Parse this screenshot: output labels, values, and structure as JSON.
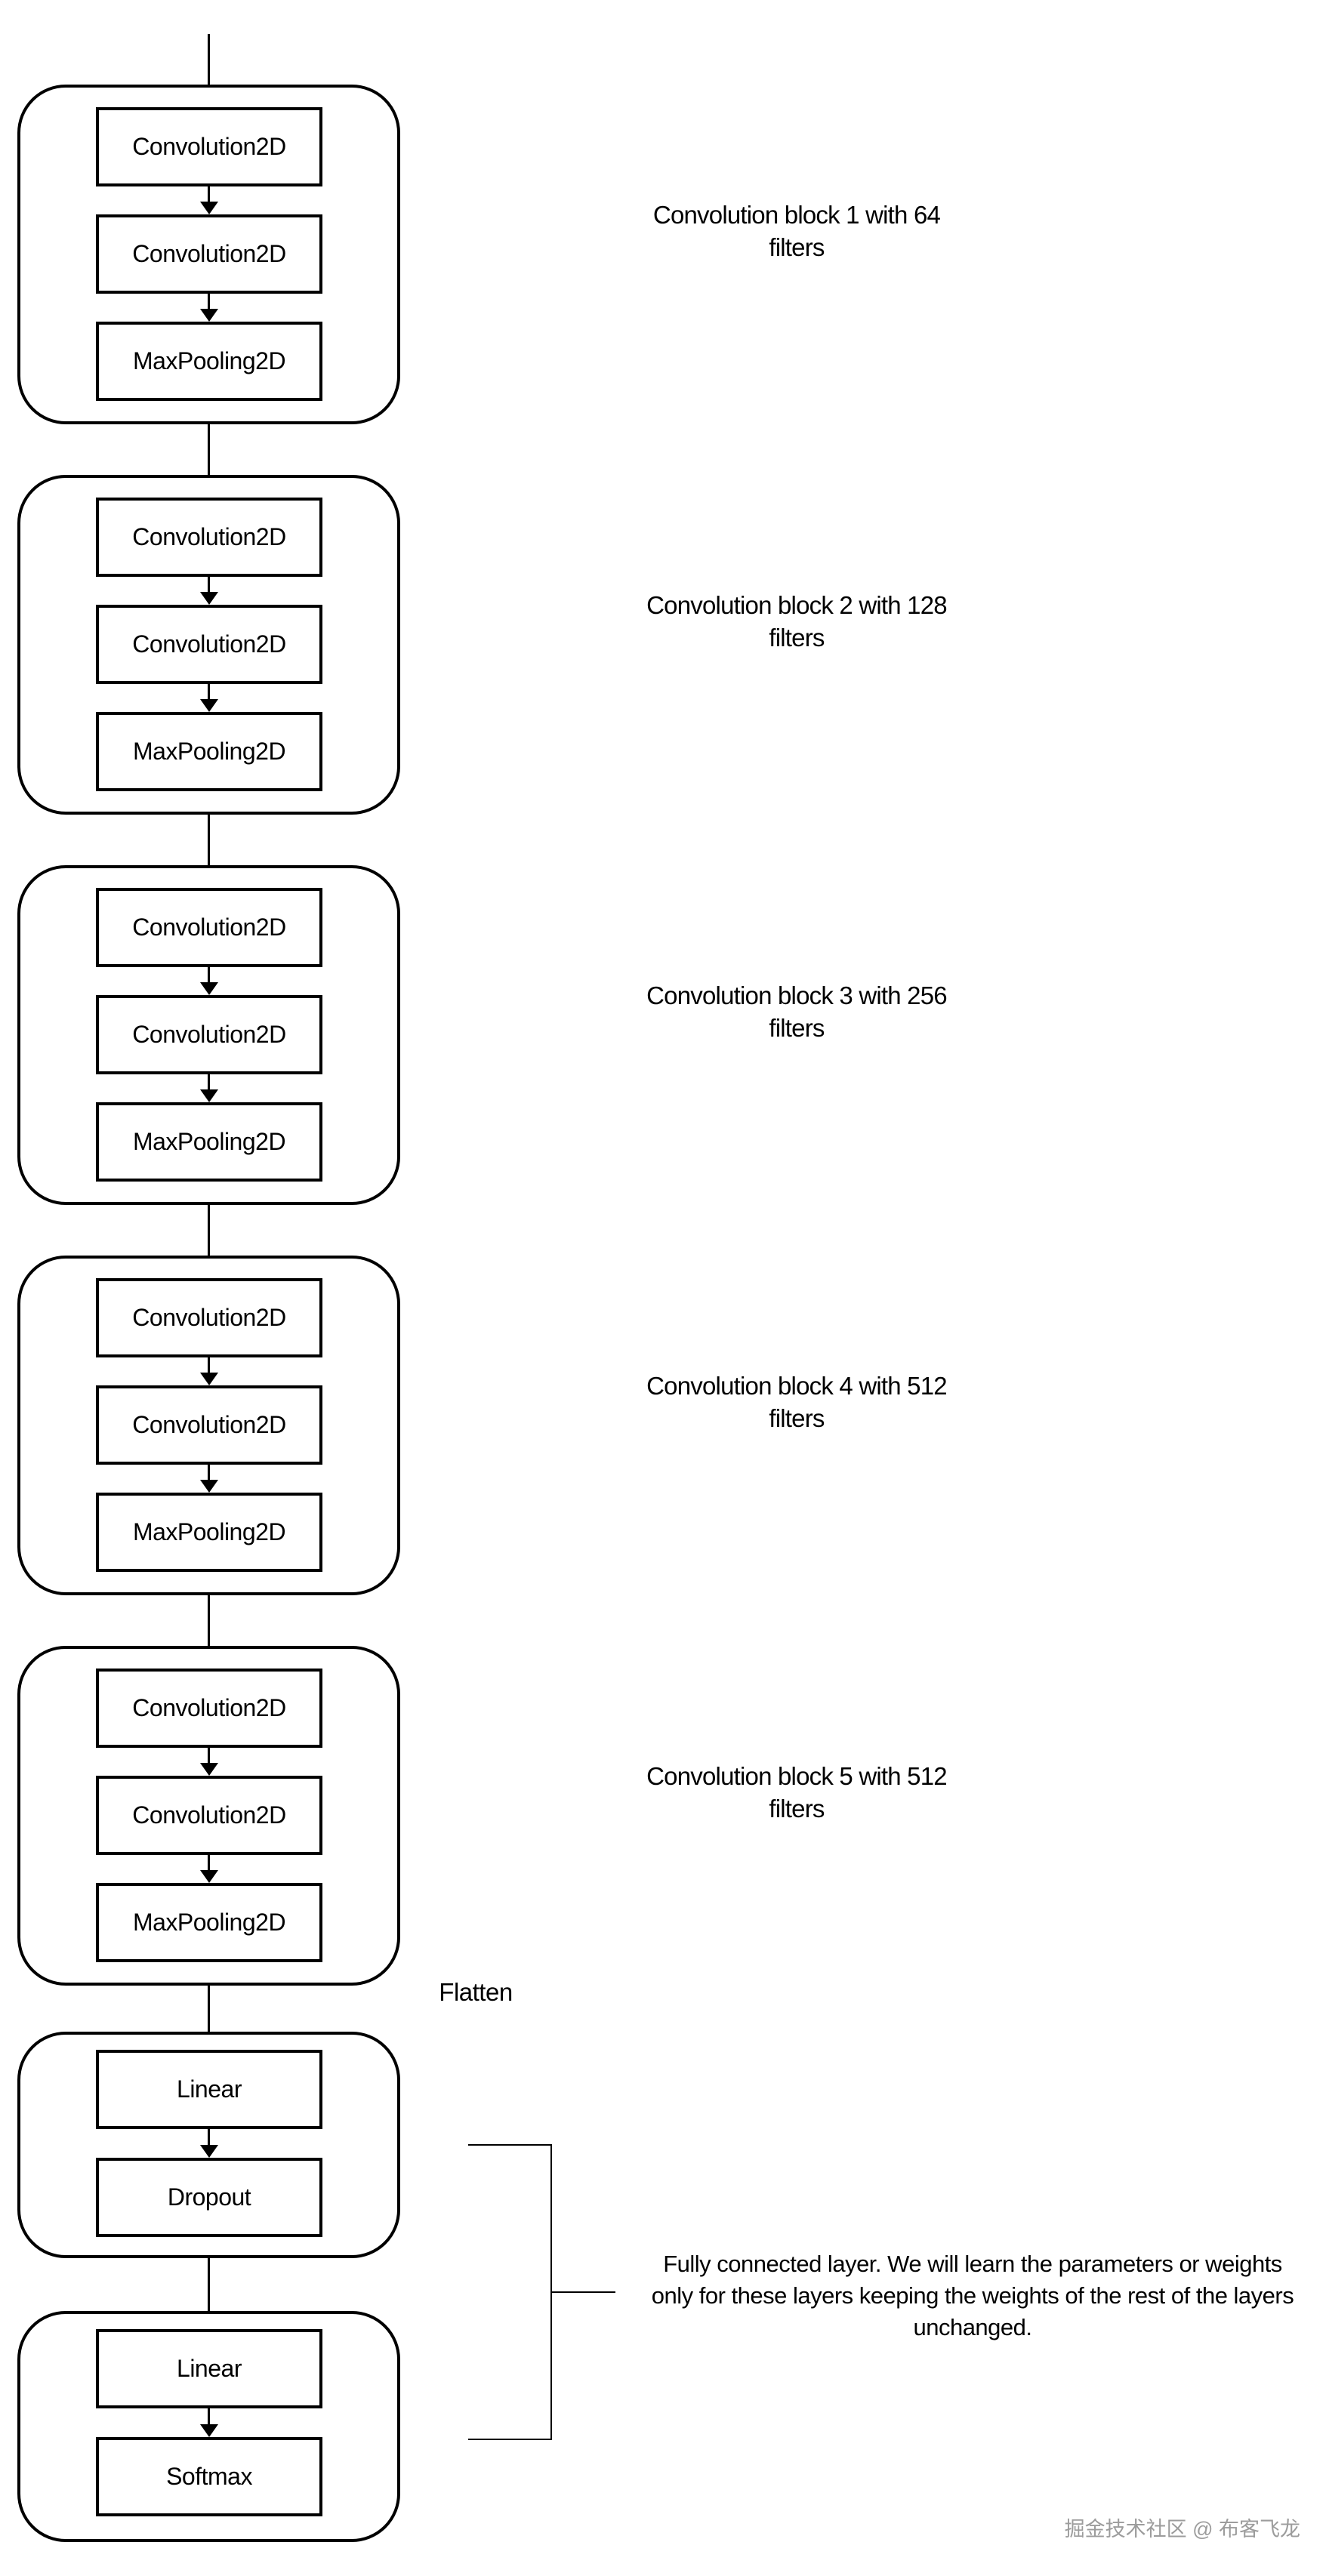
{
  "diagram": {
    "conv_blocks": [
      {
        "layers": [
          "Convolution2D",
          "Convolution2D",
          "MaxPooling2D"
        ],
        "label_line1": "Convolution block 1 with 64",
        "label_line2": "filters"
      },
      {
        "layers": [
          "Convolution2D",
          "Convolution2D",
          "MaxPooling2D"
        ],
        "label_line1": "Convolution block 2 with 128",
        "label_line2": "filters"
      },
      {
        "layers": [
          "Convolution2D",
          "Convolution2D",
          "MaxPooling2D"
        ],
        "label_line1": "Convolution block 3 with 256",
        "label_line2": "filters"
      },
      {
        "layers": [
          "Convolution2D",
          "Convolution2D",
          "MaxPooling2D"
        ],
        "label_line1": "Convolution block 4 with 512",
        "label_line2": "filters"
      },
      {
        "layers": [
          "Convolution2D",
          "Convolution2D",
          "MaxPooling2D"
        ],
        "label_line1": "Convolution block 5 with 512",
        "label_line2": "filters"
      }
    ],
    "flatten_label": "Flatten",
    "fc_blocks": [
      {
        "layers": [
          "Linear",
          "Dropout"
        ]
      },
      {
        "layers": [
          "Linear",
          "Softmax"
        ]
      }
    ],
    "fc_note": {
      "line1": "Fully connected layer. We will learn the parameters or weights",
      "line2": "only for these layers keeping the weights of the rest of the layers",
      "line3": "unchanged."
    },
    "watermark": "掘金技术社区 @ 布客飞龙",
    "colors": {
      "line": "#000000",
      "background": "#ffffff",
      "watermark": "#9c9c9c"
    }
  }
}
